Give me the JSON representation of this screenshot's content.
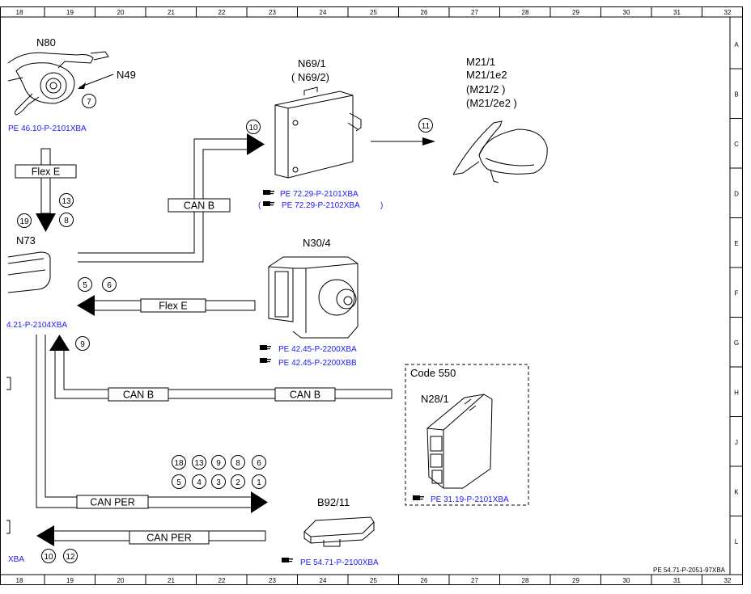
{
  "grid": {
    "columns": [
      "18",
      "19",
      "20",
      "21",
      "22",
      "23",
      "24",
      "25",
      "26",
      "27",
      "28",
      "29",
      "30",
      "31",
      "32"
    ],
    "rows": [
      "A",
      "B",
      "C",
      "D",
      "E",
      "F",
      "G",
      "H",
      "J",
      "K",
      "L"
    ]
  },
  "components": {
    "n80": "N80",
    "n49": "N49",
    "n73": "N73",
    "n69_1": "N69/1",
    "n69_2": "( N69/2)",
    "m21_1": "M21/1",
    "m21_1e2": "M21/1e2",
    "m21_2": "(M21/2 )",
    "m21_2e2": "(M21/2e2 )",
    "n30_4": "N30/4",
    "code550": "Code 550",
    "n28_1": "N28/1",
    "b92_11": "B92/11"
  },
  "buses": {
    "flex_e_top": "Flex E",
    "can_b_upper": "CAN B",
    "flex_e_mid": "Flex E",
    "can_b_left": "CAN B",
    "can_b_right": "CAN B",
    "can_per_top": "CAN PER",
    "can_per_bottom": "CAN PER"
  },
  "refs": {
    "n80": "PE 46.10-P-2101XBA",
    "n69_a": "PE 72.29-P-2101XBA",
    "n69_b_open": "(",
    "n69_b": "PE 72.29-P-2102XBA",
    "n69_b_close": ")",
    "n73": "4.21-P-2104XBA",
    "n30_a": "PE 42.45-P-2200XBA",
    "n30_b": "PE 42.45-P-2200XBB",
    "n28": "PE 31.19-P-2101XBA",
    "b92": "PE 54.71-P-2100XBA",
    "left_bottom": "XBA"
  },
  "callouts": {
    "c7": "7",
    "c10a": "10",
    "c11": "11",
    "c13": "13",
    "c19": "19",
    "c8": "8",
    "c5": "5",
    "c6": "6",
    "c9": "9",
    "c18": "18",
    "c13b": "13",
    "c9b": "9",
    "c8b": "8",
    "c6b": "6",
    "c5b": "5",
    "c4": "4",
    "c3": "3",
    "c2": "2",
    "c1": "1",
    "c10b": "10",
    "c12": "12"
  },
  "footer": "PE 54.71-P-2051-97XBA"
}
